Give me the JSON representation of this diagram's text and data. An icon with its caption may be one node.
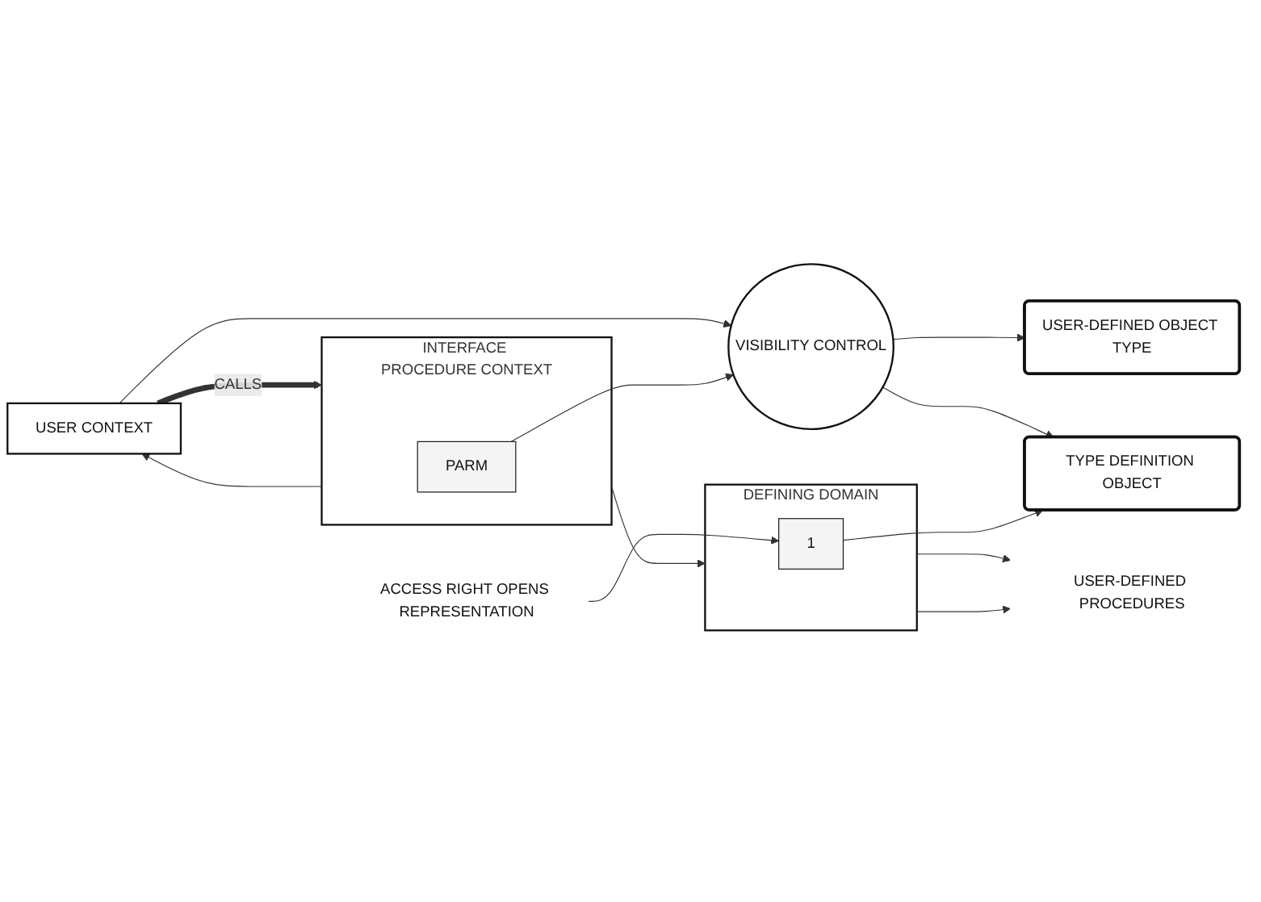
{
  "diagram": {
    "nodes": [
      {
        "text": [
          "USER CONTEXT"
        ]
      },
      {
        "text": [
          "INTERFACE PROCEDURE CONTEXT"
        ]
      },
      {
        "text": [
          "PARM"
        ],
        "in": 1
      },
      {
        "text": [
          "VISIBILITY CONTROL"
        ]
      },
      {
        "text": [
          "USER-DEFINED OBJECT TYPE"
        ]
      },
      {
        "text": [
          "DEFINING DOMAIN"
        ]
      },
      {
        "text": [
          "1"
        ],
        "in": 5
      },
      {
        "text": [
          "TYPE DEFINITION OBJECT"
        ]
      },
      {
        "text": [
          "USER-DEFINED PROCEDURES"
        ]
      },
      {
        "text": [
          "ACCESS RIGHT OPENS REPRESENTATION"
        ]
      }
    ],
    "edges": [
      {
        "from": 0,
        "to": 3,
        "arrow": "to"
      },
      {
        "from": 2,
        "to": 3,
        "arrow": "to"
      },
      {
        "from": 3,
        "to": 4,
        "arrow": "to"
      },
      {
        "from": 3,
        "to": 7,
        "arrow": "to"
      },
      {
        "from": 1,
        "to": 0,
        "arrow": "to"
      },
      {
        "from": 1,
        "to": 5,
        "arrow": "to"
      },
      {
        "from": 5,
        "to": 8,
        "arrow": "to"
      },
      {
        "from": 5,
        "to": 8,
        "arrow": "to"
      },
      {
        "from": 6,
        "to": 7,
        "arrow": "to"
      },
      {
        "from": 9,
        "to": 6,
        "arrow": "to"
      },
      {
        "from": 0,
        "to": 1,
        "arrow": "to",
        "label": "CALLS",
        "style": "thick"
      }
    ]
  }
}
